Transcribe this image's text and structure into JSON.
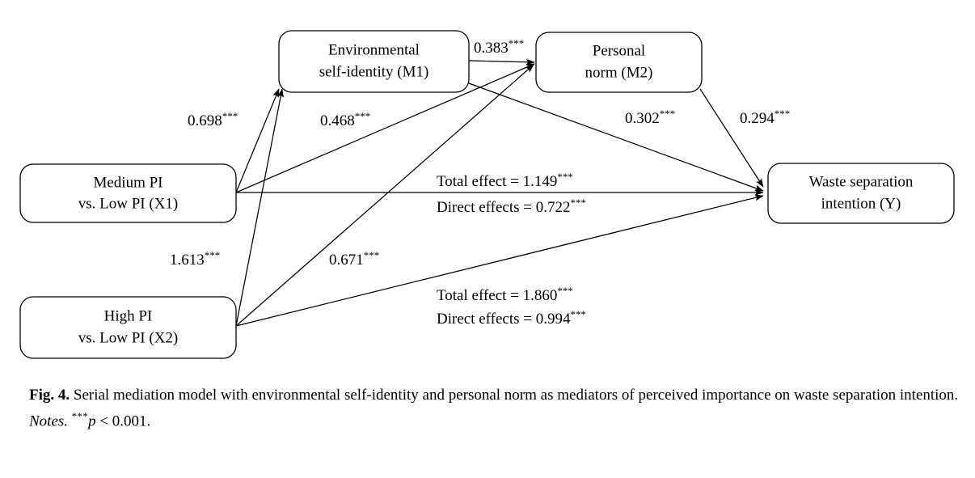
{
  "figure": {
    "nodes": {
      "x1": {
        "line1": "Medium PI",
        "line2": "vs. Low PI (X1)"
      },
      "x2": {
        "line1": "High PI",
        "line2": "vs. Low PI (X2)"
      },
      "m1": {
        "line1": "Environmental",
        "line2": "self-identity (M1)"
      },
      "m2": {
        "line1": "Personal",
        "line2": "norm (M2)"
      },
      "y": {
        "line1": "Waste separation",
        "line2": "intention (Y)"
      }
    },
    "coefficients": {
      "x1_to_m1": {
        "value": "0.698",
        "stars": "***"
      },
      "x1_to_m2": {
        "value": "0.468",
        "stars": "***"
      },
      "x2_to_m1": {
        "value": "1.613",
        "stars": "***"
      },
      "x2_to_m2": {
        "value": "0.671",
        "stars": "***"
      },
      "m1_to_m2": {
        "value": "0.383",
        "stars": "***"
      },
      "m1_to_y": {
        "value": "0.302",
        "stars": "***"
      },
      "m2_to_y": {
        "value": "0.294",
        "stars": "***"
      }
    },
    "effects": {
      "x1": {
        "total_prefix": "Total effect = ",
        "total_value": "1.149",
        "total_stars": "***",
        "direct_prefix": "Direct effects = ",
        "direct_value": "0.722",
        "direct_stars": "***"
      },
      "x2": {
        "total_prefix": "Total effect = ",
        "total_value": "1.860",
        "total_stars": "***",
        "direct_prefix": "Direct effects = ",
        "direct_value": "0.994",
        "direct_stars": "***"
      }
    },
    "caption": {
      "label": "Fig. 4.",
      "text": " Serial mediation model with environmental self-identity and personal norm as mediators of perceived importance on waste separation intention.",
      "notes_label": "Notes.",
      "notes_stars": "***",
      "notes_text": "p < 0.001."
    },
    "colors": {
      "stroke": "#000000",
      "background": "#ffffff",
      "text": "#000000"
    }
  },
  "chart_data": {
    "type": "diagram",
    "title": "Serial mediation model",
    "nodes": [
      {
        "id": "X1",
        "label": "Medium PI vs. Low PI (X1)"
      },
      {
        "id": "X2",
        "label": "High PI vs. Low PI (X2)"
      },
      {
        "id": "M1",
        "label": "Environmental self-identity (M1)"
      },
      {
        "id": "M2",
        "label": "Personal norm (M2)"
      },
      {
        "id": "Y",
        "label": "Waste separation intention (Y)"
      }
    ],
    "edges": [
      {
        "from": "X1",
        "to": "M1",
        "coefficient": 0.698,
        "significance": "***"
      },
      {
        "from": "X1",
        "to": "M2",
        "coefficient": 0.468,
        "significance": "***"
      },
      {
        "from": "X2",
        "to": "M1",
        "coefficient": 1.613,
        "significance": "***"
      },
      {
        "from": "X2",
        "to": "M2",
        "coefficient": 0.671,
        "significance": "***"
      },
      {
        "from": "M1",
        "to": "M2",
        "coefficient": 0.383,
        "significance": "***"
      },
      {
        "from": "M1",
        "to": "Y",
        "coefficient": 0.302,
        "significance": "***"
      },
      {
        "from": "M2",
        "to": "Y",
        "coefficient": 0.294,
        "significance": "***"
      },
      {
        "from": "X1",
        "to": "Y",
        "coefficient": 0.722,
        "significance": "***",
        "kind": "direct",
        "total": 1.149
      },
      {
        "from": "X2",
        "to": "Y",
        "coefficient": 0.994,
        "significance": "***",
        "kind": "direct",
        "total": 1.86
      }
    ]
  }
}
